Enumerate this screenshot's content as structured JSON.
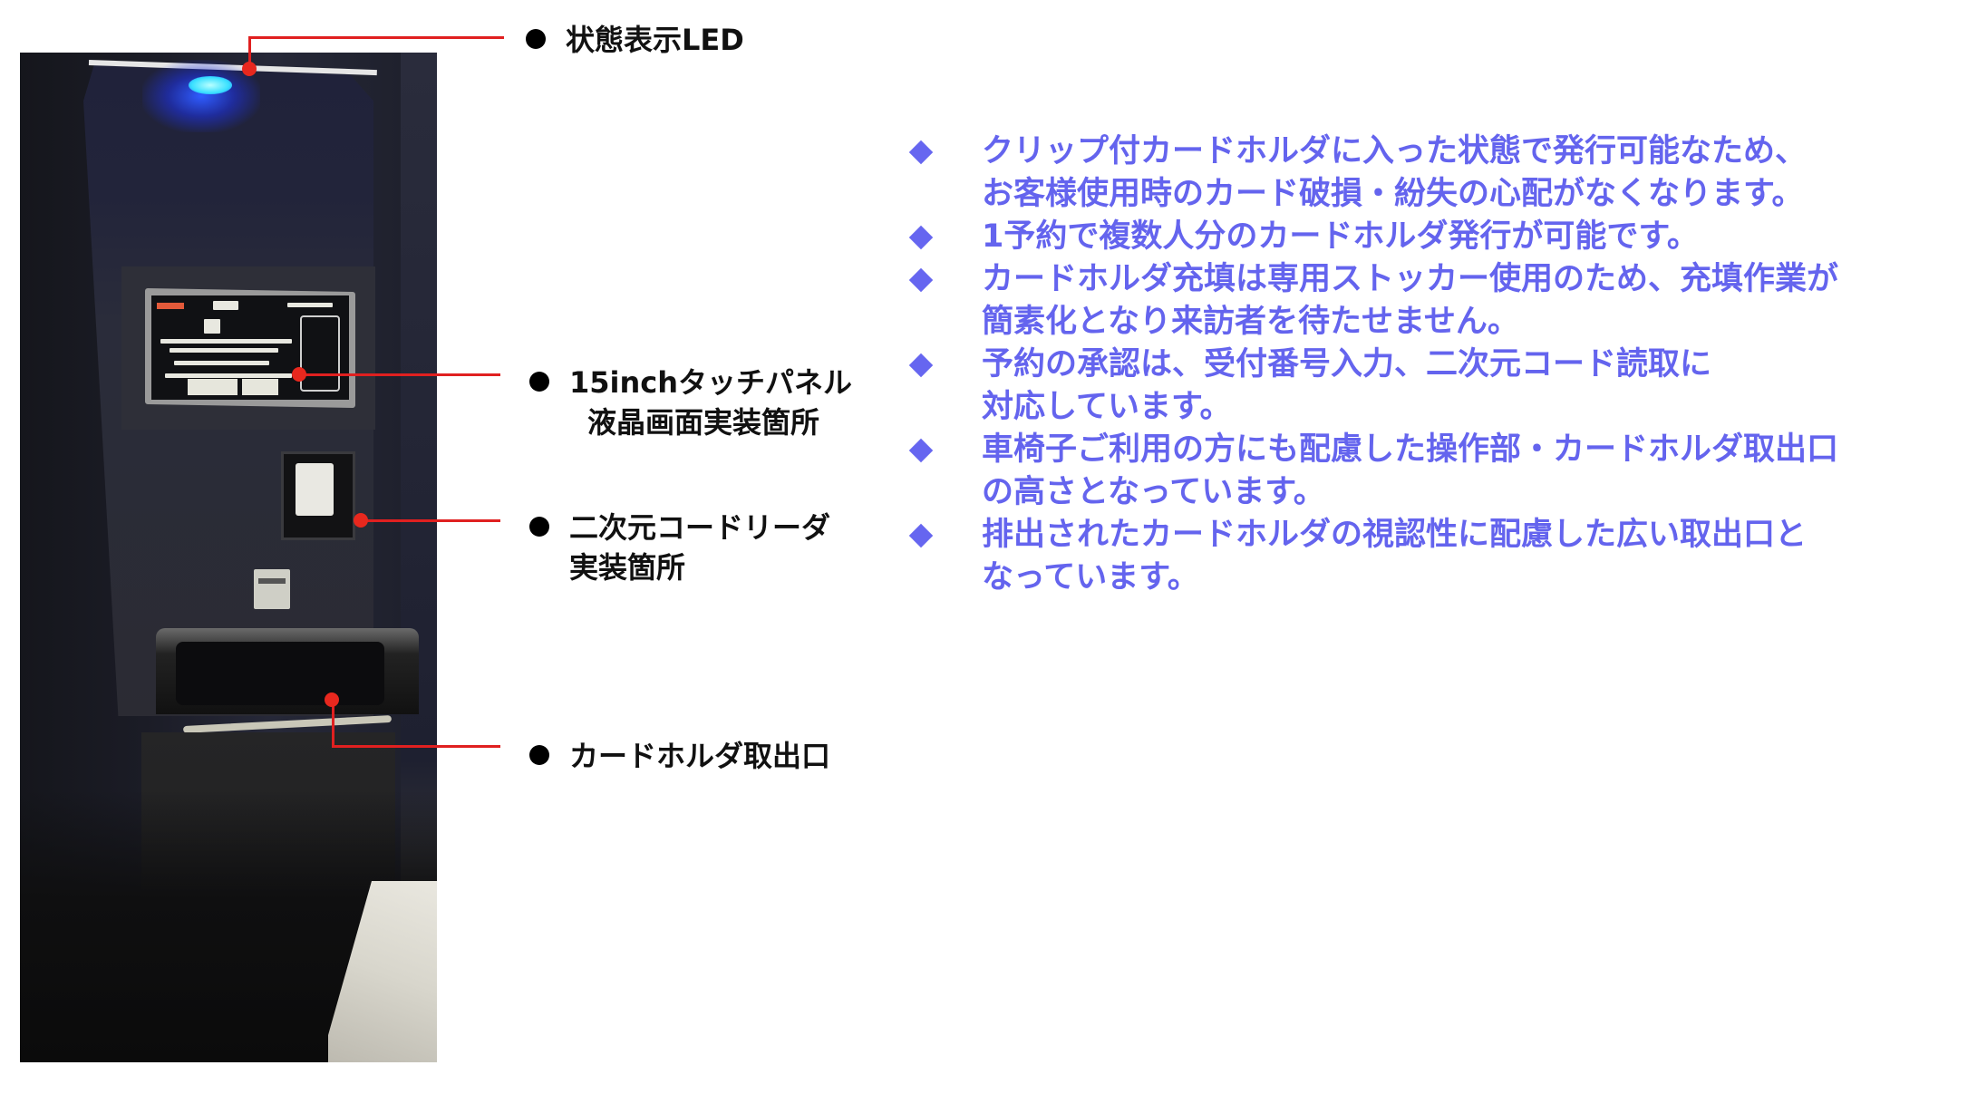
{
  "photo": {
    "subject": "card-holder-issuing-kiosk",
    "colors": {
      "led": "#3ae0ff",
      "callout": "#e02020",
      "screen_logo": "#e25a3a"
    }
  },
  "callouts": [
    {
      "id": "led",
      "lines": [
        "状態表示LED"
      ]
    },
    {
      "id": "touch-panel",
      "lines": [
        "15inchタッチパネル",
        "液晶画面実装箇所"
      ]
    },
    {
      "id": "qr-reader",
      "lines": [
        "二次元コードリーダ",
        "実装箇所"
      ]
    },
    {
      "id": "card-outlet",
      "lines": [
        "カードホルダ取出口"
      ]
    }
  ],
  "features": {
    "bullet_icon": "diamond-icon",
    "color": "#6666f0",
    "items": [
      {
        "lines": [
          "クリップ付カードホルダに入った状態で発行可能なため、",
          "お客様使用時のカード破損・紛失の心配がなくなります。"
        ]
      },
      {
        "lines": [
          "1予約で複数人分のカードホルダ発行が可能です。"
        ]
      },
      {
        "lines": [
          "カードホルダ充填は専用ストッカー使用のため、充填作業が",
          "簡素化となり来訪者を待たせません。"
        ]
      },
      {
        "lines": [
          "予約の承認は、受付番号入力、二次元コード読取に",
          "対応しています。"
        ]
      },
      {
        "lines": [
          "車椅子ご利用の方にも配慮した操作部・カードホルダ取出口",
          "の高さとなっています。"
        ]
      },
      {
        "lines": [
          "排出されたカードホルダの視認性に配慮した広い取出口と",
          "なっています。"
        ]
      }
    ]
  }
}
